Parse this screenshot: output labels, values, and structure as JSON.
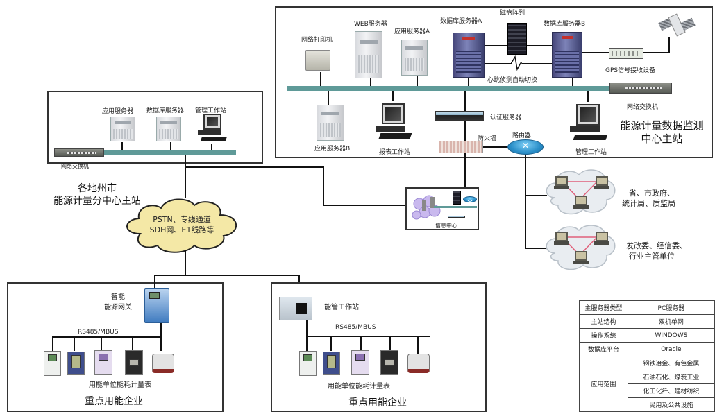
{
  "center": {
    "title_line1": "能源计量数据监测",
    "title_line2": "中心主站",
    "devices": {
      "printer": "网络打印机",
      "web_server": "WEB服务器",
      "app_server_a": "应用服务器A",
      "db_server_a": "数据库服务器A",
      "disk_array": "磁盘阵列",
      "db_server_b": "数据库服务器B",
      "heartbeat": "心跳侦测自动切换",
      "gps": "GPS信号接收设备",
      "switch": "网络交换机",
      "app_server_b": "应用服务器B",
      "report_ws": "报表工作站",
      "auth_server": "认证服务器",
      "firewall": "防火墙",
      "router": "路由器",
      "mgmt_ws": "管理工作站"
    }
  },
  "branch": {
    "title_line1": "各地州市",
    "title_line2": "能源计量分中心主站",
    "devices": {
      "app_server": "应用服务器",
      "db_server": "数据库服务器",
      "mgmt_ws": "管理工作站",
      "switch": "网络交换机"
    }
  },
  "network_cloud": {
    "line1": "PSTN、专线通道",
    "line2": "SDH网、E1线路等"
  },
  "info_center": {
    "label": "信息中心"
  },
  "gov_clouds": [
    {
      "line1": "省、市政府、",
      "line2": "统计局、质监局"
    },
    {
      "line1": "发改委、经信委、",
      "line2": "行业主管单位"
    }
  ],
  "enterprise_left": {
    "gateway_line1": "智能",
    "gateway_line2": "能源网关",
    "bus": "RS485/MBUS",
    "meters": "用能单位能耗计量表",
    "title": "重点用能企业"
  },
  "enterprise_right": {
    "workstation": "能管工作站",
    "bus": "RS485/MBUS",
    "meters": "用能单位能耗计量表",
    "title": "重点用能企业"
  },
  "spec_table": {
    "rows": [
      {
        "key": "主服务器类型",
        "value": "PC服务器"
      },
      {
        "key": "主站结构",
        "value": "双机单网"
      },
      {
        "key": "操作系统",
        "value": "WINDOWS"
      },
      {
        "key": "数据库平台",
        "value": "Oracle"
      }
    ],
    "scope_key": "应用范围",
    "scope_values": [
      "钢铁冶金、有色金属",
      "石油石化、煤炭工业",
      "化工化纤、建材纺织",
      "民用及公共设施"
    ]
  }
}
